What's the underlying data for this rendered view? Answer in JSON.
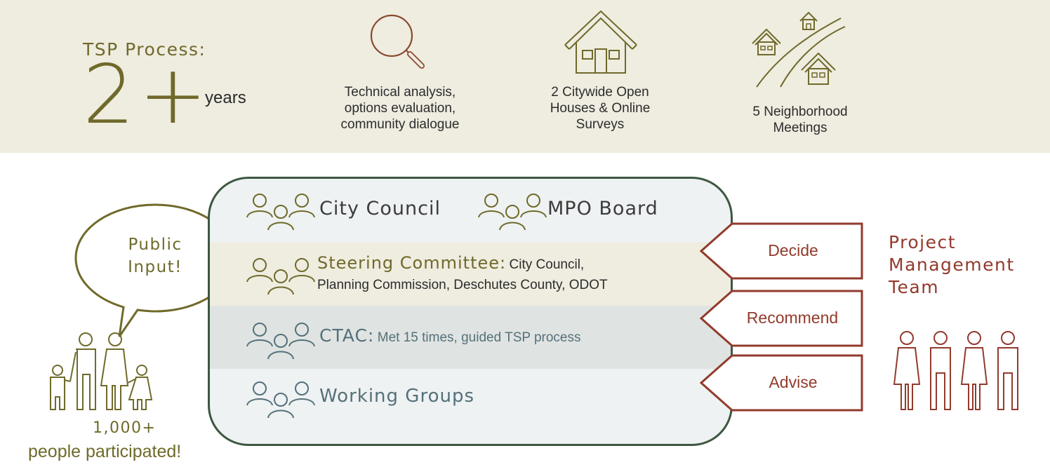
{
  "header": {
    "tsp_label": "TSP Process:",
    "duration": "2+",
    "duration_unit": "years",
    "phases": [
      {
        "icon": "magnifier-icon",
        "caption_lines": [
          "Technical analysis,",
          "options evaluation,",
          "community dialogue"
        ]
      },
      {
        "icon": "house-icon",
        "caption_lines": [
          "2 Citywide Open",
          "Houses & Online",
          "Surveys"
        ]
      },
      {
        "icon": "neighborhood-icon",
        "caption_lines": [
          "5 Neighborhood",
          "Meetings"
        ]
      }
    ]
  },
  "public": {
    "bubble_lines": [
      "Public",
      "Input!"
    ],
    "count": "1,000+",
    "participants": "people participated!"
  },
  "structure": {
    "top_row": [
      {
        "label": "City Council"
      },
      {
        "label": "MPO Board"
      }
    ],
    "steering": {
      "title": "Steering Committee:",
      "members_line1": "City Council,",
      "members_line2": "Planning Commission, Deschutes County, ODOT"
    },
    "ctac": {
      "title": "CTAC:",
      "detail": "Met 15 times, guided TSP process"
    },
    "working": {
      "title": "Working Groups"
    }
  },
  "actions": [
    {
      "label": "Decide"
    },
    {
      "label": "Recommend"
    },
    {
      "label": "Advise"
    }
  ],
  "pmt": {
    "title_lines": [
      "Project",
      "Management",
      "Team"
    ]
  },
  "colors": {
    "olive": "#6f6a2a",
    "rust": "#923a2c",
    "band": "#efece0",
    "steering_row": "#efece0",
    "ctac_row": "#dfe4e2",
    "box_bg": "#eef2f2",
    "box_border": "#3d5740",
    "ctac_text": "#56707a"
  }
}
